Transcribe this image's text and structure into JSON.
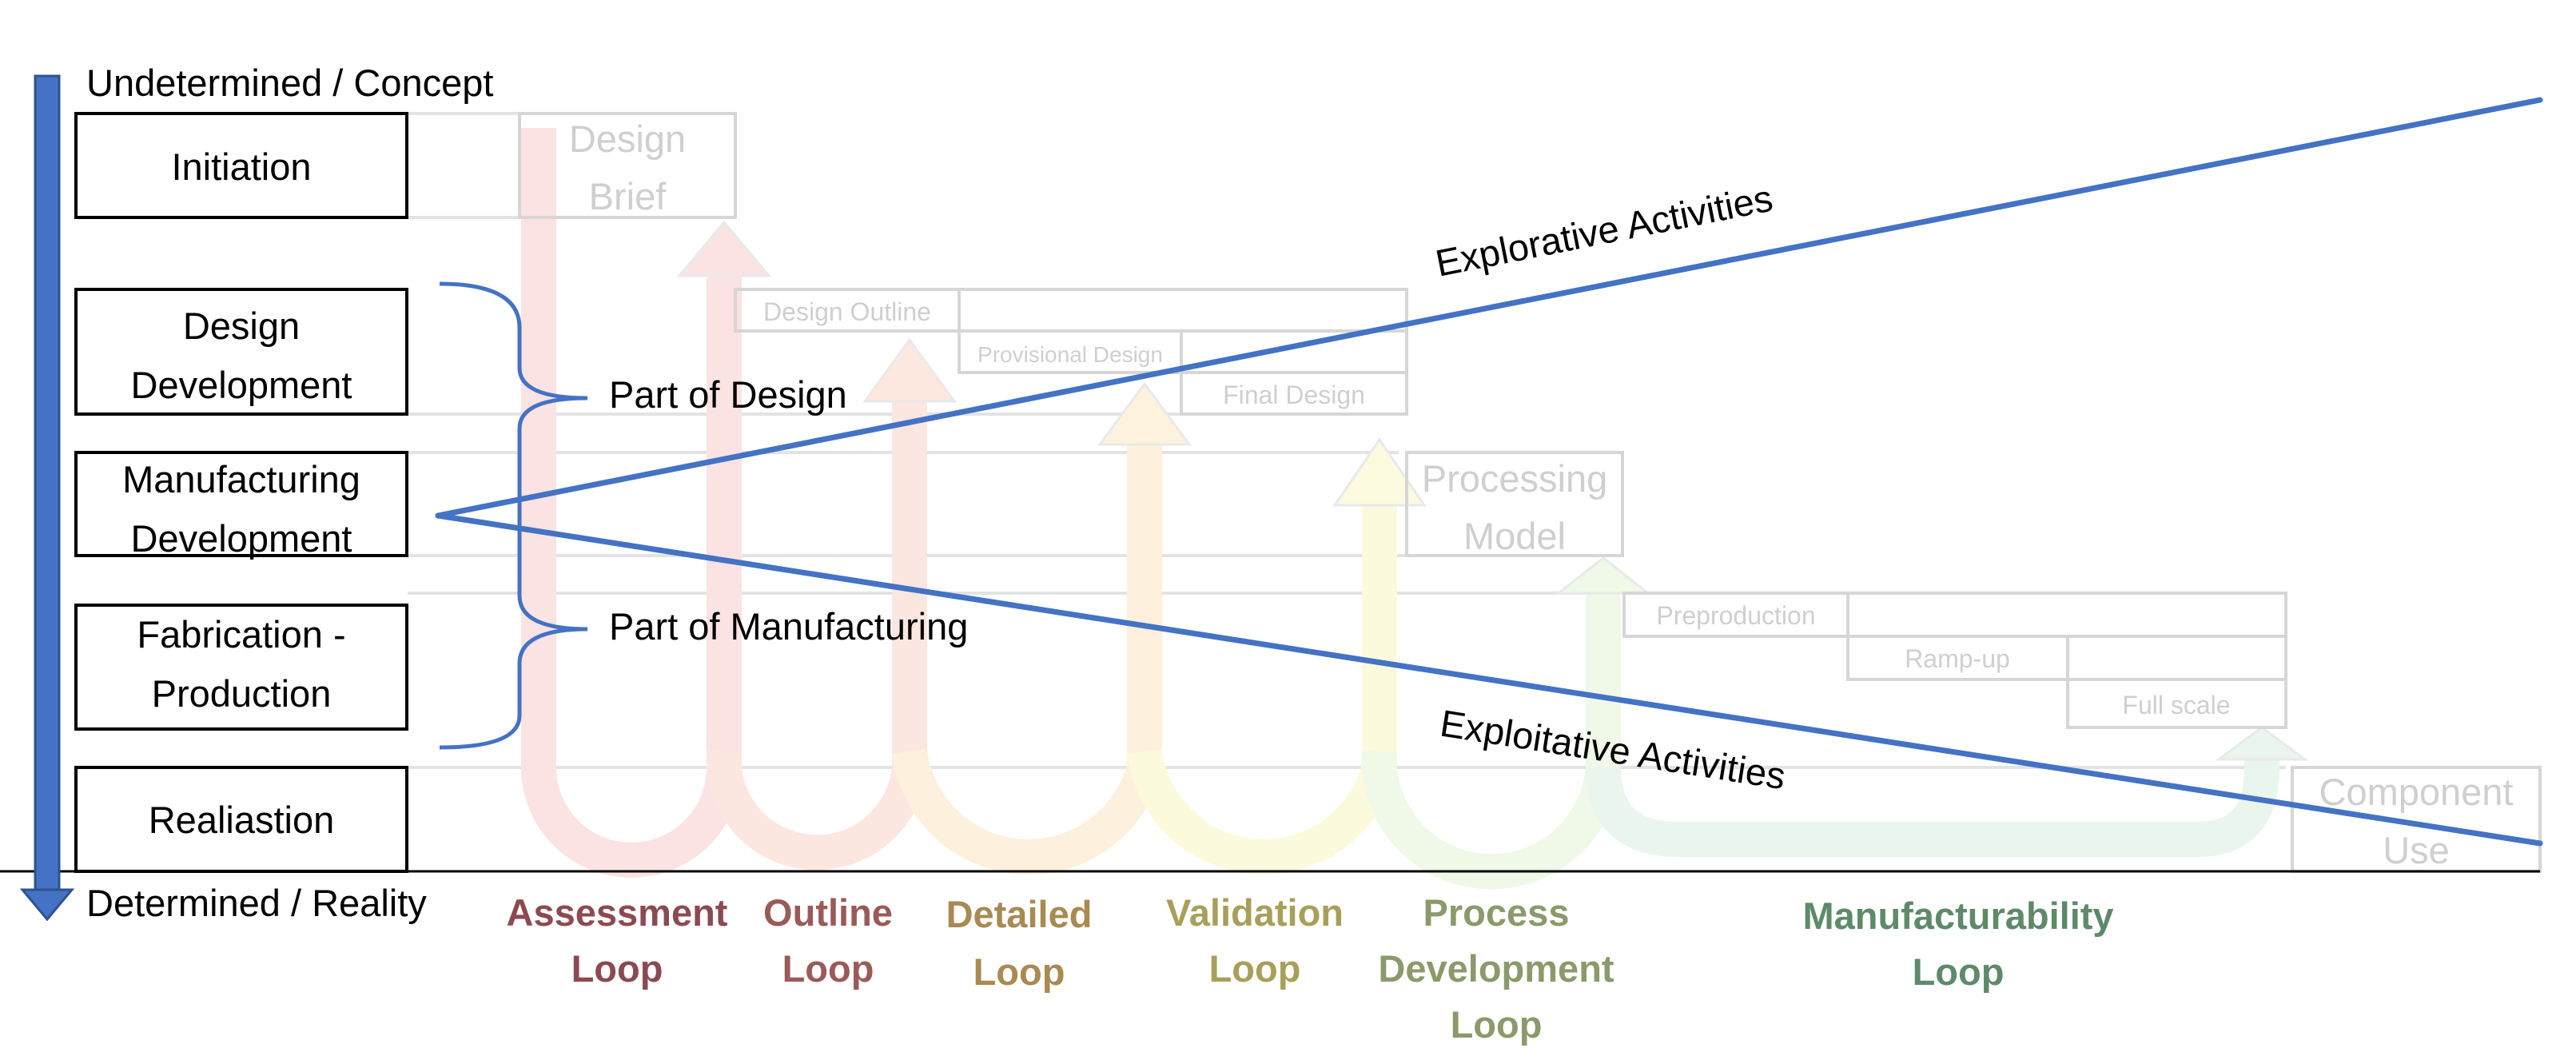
{
  "axis": {
    "top_label": "Undetermined / Concept",
    "bottom_label": "Determined / Reality",
    "top_color": "#ff0000",
    "bottom_color": "#00b050",
    "arrow_color": "#4472c4"
  },
  "stages": {
    "initiation": [
      "Initiation"
    ],
    "design_development": [
      "Design",
      "Development"
    ],
    "manufacturing_development": [
      "Manufacturing",
      "Development"
    ],
    "fabrication_production": [
      "Fabrication -",
      "Production"
    ],
    "realisation": [
      "Realiastion"
    ]
  },
  "groupings": {
    "part_of_design": "Part of Design",
    "part_of_manufacturing": "Part of Manufacturing"
  },
  "activities": {
    "explorative": "Explorative Activities",
    "exploitative": "Exploitative Activities",
    "line_color": "#4472c4"
  },
  "milestones": {
    "design_brief": [
      "Design",
      "Brief"
    ],
    "design_outline": "Design Outline",
    "provisional_design": "Provisional Design",
    "final_design": "Final Design",
    "processing_model": [
      "Processing",
      "Model"
    ],
    "preproduction": "Preproduction",
    "ramp_up": "Ramp-up",
    "full_scale": "Full scale",
    "component_use": [
      "Component",
      "Use"
    ]
  },
  "loops": {
    "assessment": {
      "lines": [
        "Assessment",
        "Loop"
      ],
      "color": "#8c4a50"
    },
    "outline": {
      "lines": [
        "Outline",
        "Loop"
      ],
      "color": "#9a5a58"
    },
    "detailed": {
      "lines": [
        "Detailed",
        "Loop"
      ],
      "color": "#a88a52"
    },
    "validation": {
      "lines": [
        "Validation",
        "Loop"
      ],
      "color": "#a8a05a"
    },
    "process_development": {
      "lines": [
        "Process",
        "Development",
        "Loop"
      ],
      "color": "#8a9a6a"
    },
    "manufacturability": {
      "lines": [
        "Manufacturability",
        "Loop"
      ],
      "color": "#5f8a6a"
    }
  }
}
